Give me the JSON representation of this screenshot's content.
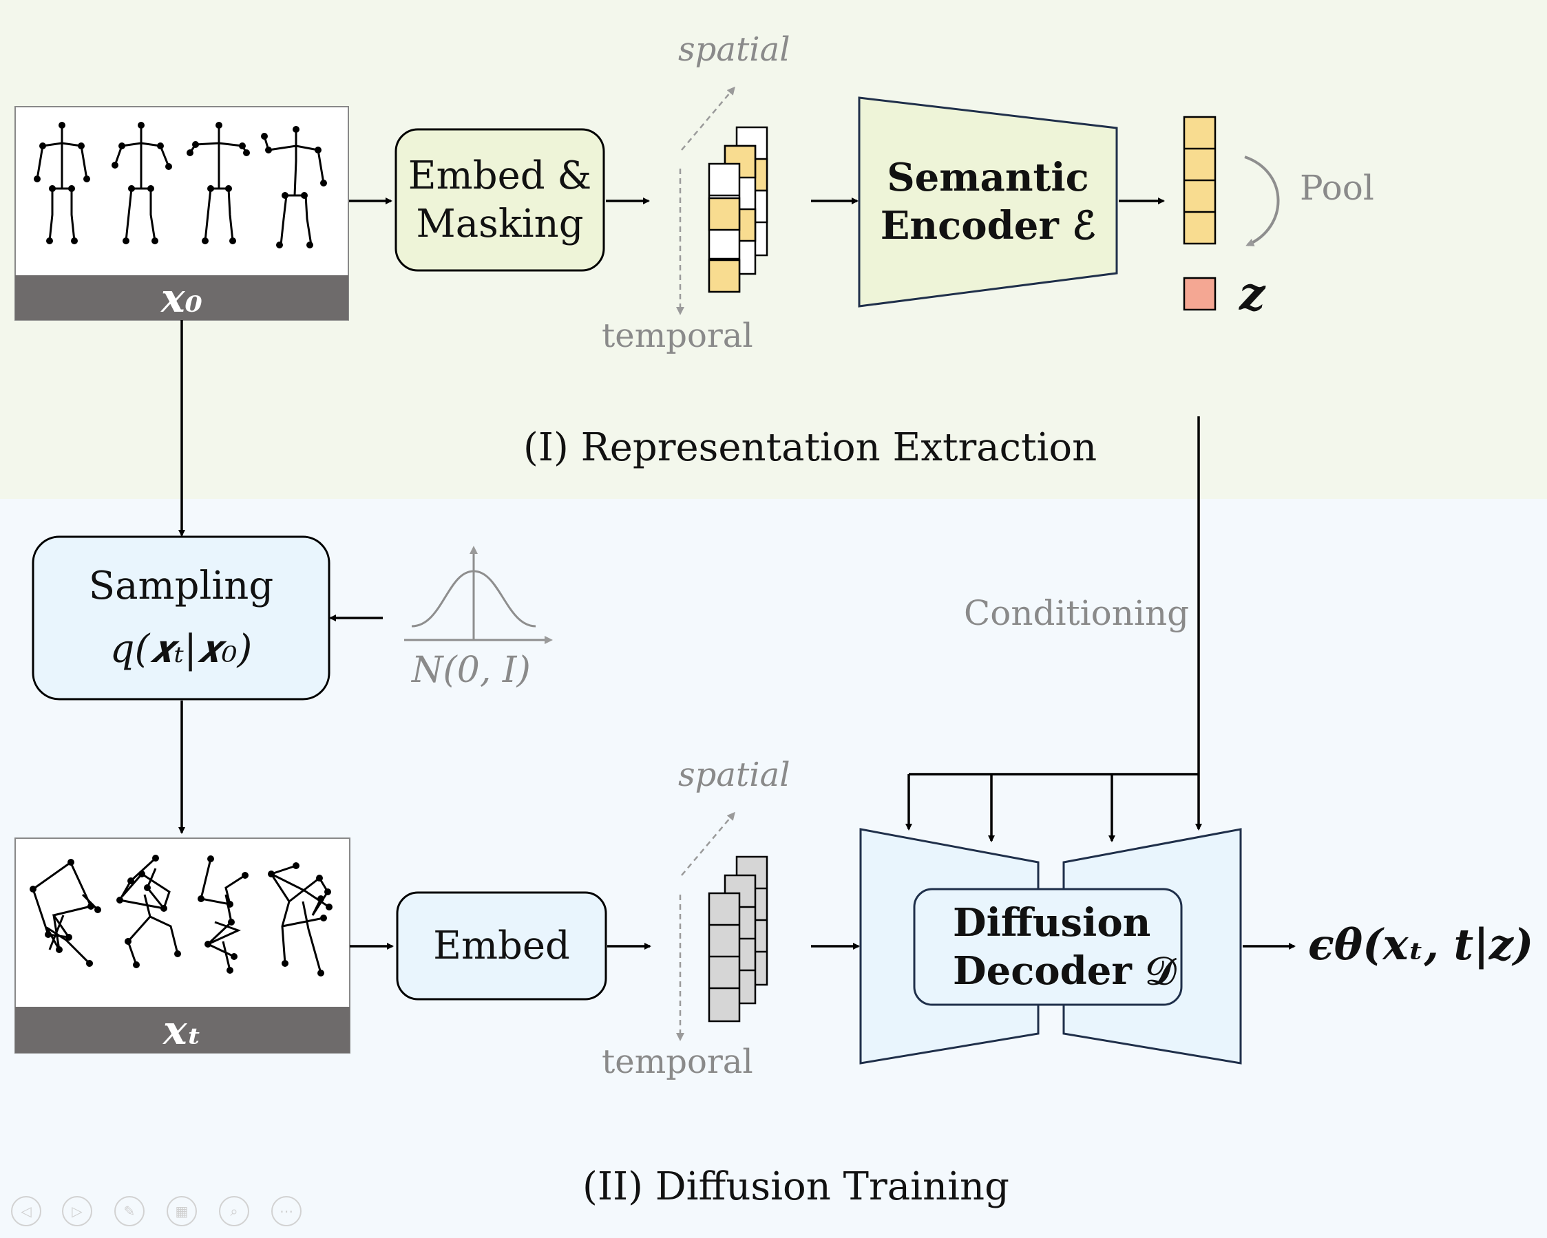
{
  "colors": {
    "top_bg": "#f3f7ec",
    "bottom_bg": "#f4f9fd",
    "green_box": "#eef4d8",
    "blue_box": "#e9f5fd",
    "yellow": "#f8dc90",
    "salmon": "#f4a793",
    "gray_cell": "#d6d6d6"
  },
  "stage1": {
    "title": "(I) Representation Extraction",
    "input_label": "𝒙₀",
    "embed_masking": [
      "Embed &",
      "Masking"
    ],
    "axis_spatial": "spatial",
    "axis_temporal": "temporal",
    "encoder": [
      "Semantic",
      "Encoder ℰ"
    ],
    "pool_label": "Pool",
    "z_label": "𝒛"
  },
  "stage2": {
    "title": "(II) Diffusion Training",
    "sampling": [
      "Sampling",
      "q(𝒙ₜ|𝒙₀)"
    ],
    "noise_label": "N(0, I)",
    "input_label": "𝒙ₜ",
    "embed": "Embed",
    "axis_spatial": "spatial",
    "axis_temporal": "temporal",
    "decoder": [
      "Diffusion",
      "Decoder 𝒟"
    ],
    "conditioning": "Conditioning",
    "output": "ϵθ(𝒙ₜ, t|𝒛)"
  },
  "controls": [
    "prev-icon",
    "play-icon",
    "pen-icon",
    "grid-icon",
    "zoom-icon",
    "more-icon"
  ]
}
